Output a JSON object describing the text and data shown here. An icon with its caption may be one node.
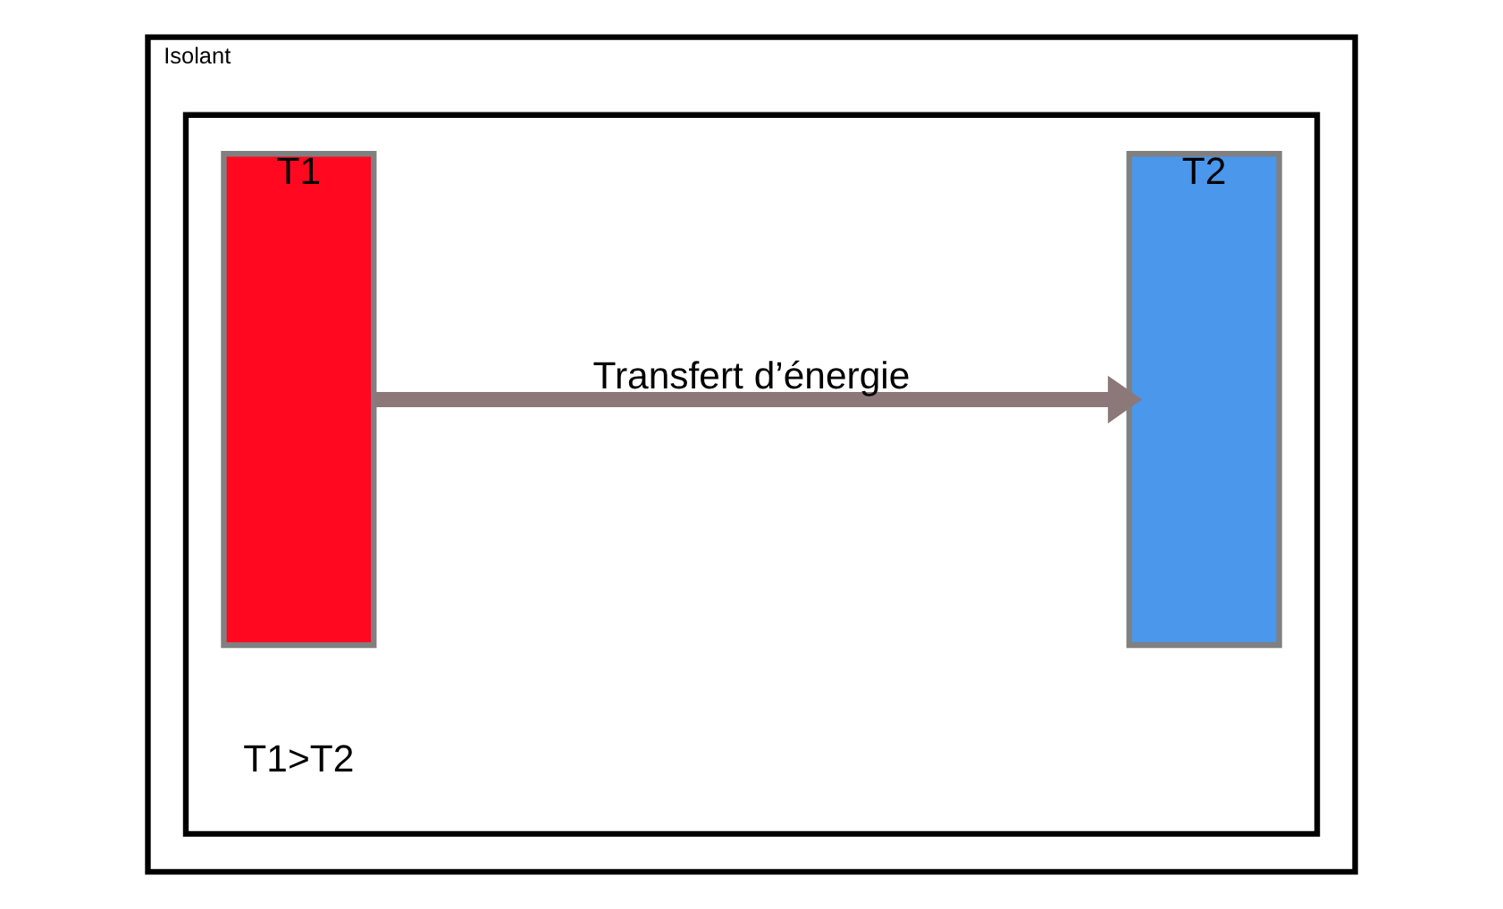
{
  "diagram": {
    "nodes": [
      {
        "text": [
          "Isolant"
        ]
      },
      {
        "text": [],
        "shape": "box",
        "in": 0
      },
      {
        "text": [
          "T1"
        ],
        "in": 1
      },
      {
        "text": [
          "T2"
        ],
        "in": 1
      }
    ],
    "edges": [
      {
        "from": 2,
        "to": 3,
        "arrow": "to",
        "label": "Transfert d’énergie",
        "color": "#8c7878"
      }
    ],
    "labels": [
      "T1>T2"
    ]
  }
}
